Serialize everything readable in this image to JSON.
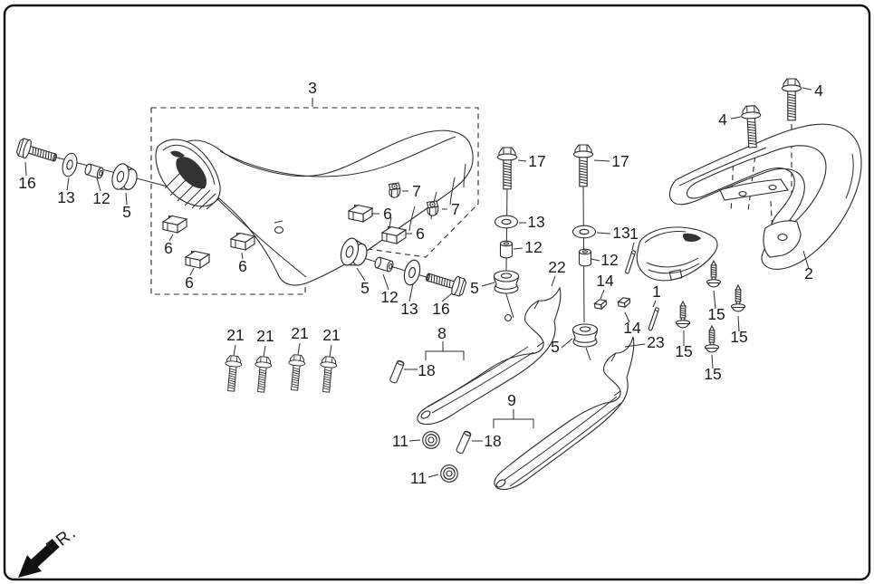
{
  "figure": {
    "type": "exploded-parts-diagram",
    "background": "#ffffff",
    "frame_color": "#111111",
    "line_color": "#2b2b2b",
    "direction_label": "FR.",
    "callouts": [
      {
        "id": "seat-assembly",
        "num": "3"
      },
      {
        "id": "bolt-16-upper",
        "num": "16"
      },
      {
        "id": "washer-13-upper",
        "num": "13"
      },
      {
        "id": "collar-12-upper",
        "num": "12"
      },
      {
        "id": "grommet-5-upper",
        "num": "5"
      },
      {
        "id": "cushion-6-a",
        "num": "6"
      },
      {
        "id": "cushion-6-b",
        "num": "6"
      },
      {
        "id": "cushion-6-c",
        "num": "6"
      },
      {
        "id": "cushion-6-d",
        "num": "6"
      },
      {
        "id": "cushion-6-e",
        "num": "6"
      },
      {
        "id": "nut-7-a",
        "num": "7"
      },
      {
        "id": "nut-7-b",
        "num": "7"
      },
      {
        "id": "grommet-5-lower",
        "num": "5"
      },
      {
        "id": "collar-12-lower",
        "num": "12"
      },
      {
        "id": "washer-13-lower",
        "num": "13"
      },
      {
        "id": "bolt-16-lower",
        "num": "16"
      },
      {
        "id": "grommet-5-mid",
        "num": "5"
      },
      {
        "id": "bolt-21-a",
        "num": "21"
      },
      {
        "id": "bolt-21-b",
        "num": "21"
      },
      {
        "id": "bolt-21-c",
        "num": "21"
      },
      {
        "id": "bolt-21-d",
        "num": "21"
      },
      {
        "id": "bolt-17-a",
        "num": "17"
      },
      {
        "id": "washer-13-a",
        "num": "13"
      },
      {
        "id": "collar-12-a",
        "num": "12"
      },
      {
        "id": "bolt-17-b",
        "num": "17"
      },
      {
        "id": "washer-13-b",
        "num": "13"
      },
      {
        "id": "pin-1-a",
        "num": "1"
      },
      {
        "id": "collar-12-b",
        "num": "12"
      },
      {
        "id": "grommet-5-b",
        "num": "5"
      },
      {
        "id": "trim-22",
        "num": "22"
      },
      {
        "id": "clip-14-a",
        "num": "14"
      },
      {
        "id": "clip-14-b",
        "num": "14"
      },
      {
        "id": "pin-1-b",
        "num": "1"
      },
      {
        "id": "cover-23",
        "num": "23"
      },
      {
        "id": "screw-15-a",
        "num": "15"
      },
      {
        "id": "screw-15-b",
        "num": "15"
      },
      {
        "id": "screw-15-c",
        "num": "15"
      },
      {
        "id": "screw-15-d",
        "num": "15"
      },
      {
        "id": "bolt-4-a",
        "num": "4"
      },
      {
        "id": "bolt-4-b",
        "num": "4"
      },
      {
        "id": "grab-rail-2",
        "num": "2"
      },
      {
        "id": "side-cover-8",
        "num": "8"
      },
      {
        "id": "side-cover-9",
        "num": "9"
      },
      {
        "id": "pin-18-a",
        "num": "18"
      },
      {
        "id": "pin-18-b",
        "num": "18"
      },
      {
        "id": "grommet-11-a",
        "num": "11"
      },
      {
        "id": "grommet-11-b",
        "num": "11"
      }
    ]
  }
}
